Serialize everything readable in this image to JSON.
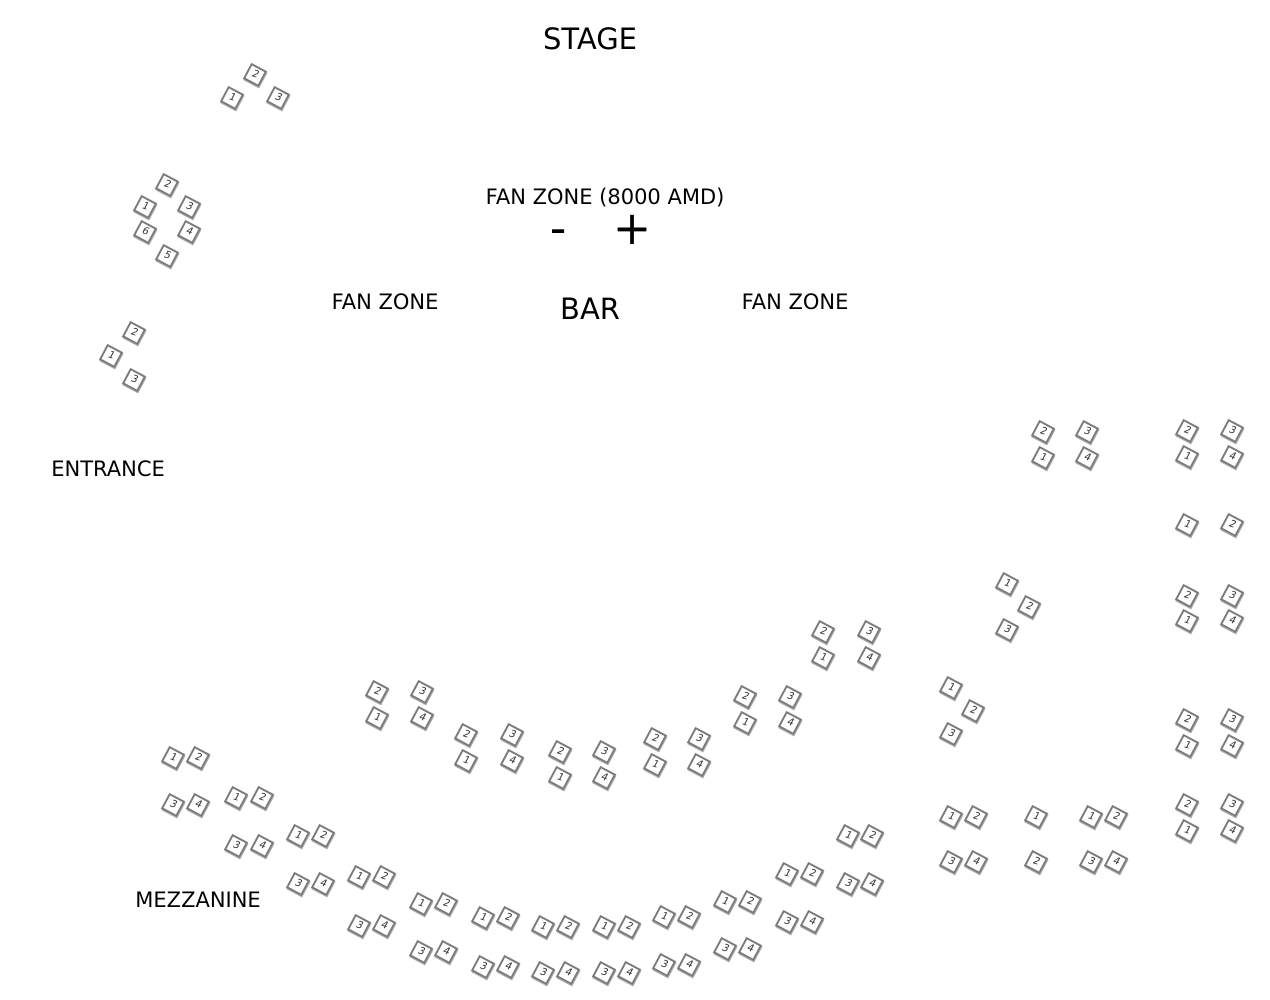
{
  "labels": {
    "stage": "STAGE",
    "fan_zone_price": "FAN ZONE (8000 AMD)",
    "minus": "-",
    "plus": "+",
    "fan_zone_left": "FAN ZONE",
    "bar": "BAR",
    "fan_zone_right": "FAN ZONE",
    "entrance": "ENTRANCE",
    "mezzanine": "MEZZANINE"
  },
  "colors": {
    "seat_border": "#7a7a7a",
    "text": "#000000"
  },
  "seat_groups": [
    {
      "seats": [
        "2",
        "1",
        "3"
      ]
    },
    {
      "seats": [
        "2",
        "1",
        "3",
        "6",
        "4",
        "5"
      ]
    },
    {
      "seats": [
        "2",
        "1",
        "3"
      ]
    },
    {
      "seats": [
        "2",
        "3",
        "1",
        "4"
      ]
    },
    {
      "seats": [
        "2",
        "3",
        "1",
        "4"
      ]
    },
    {
      "seats": [
        "1",
        "2"
      ]
    },
    {
      "seats": [
        "1",
        "2",
        "3"
      ]
    },
    {
      "seats": [
        "2",
        "3",
        "1",
        "4"
      ]
    },
    {
      "seats": [
        "2",
        "3",
        "1",
        "4"
      ]
    },
    {
      "seats": [
        "1",
        "2",
        "3"
      ]
    },
    {
      "seats": [
        "2",
        "3",
        "1",
        "4"
      ]
    },
    {
      "seats": [
        "2",
        "3",
        "1",
        "4"
      ]
    },
    {
      "seats": [
        "2",
        "3",
        "1",
        "4"
      ]
    },
    {
      "seats": [
        "2",
        "3",
        "1",
        "4"
      ]
    },
    {
      "seats": [
        "2",
        "3",
        "1",
        "4"
      ]
    },
    {
      "seats": [
        "2",
        "3",
        "1",
        "4"
      ]
    },
    {
      "seats": [
        "2",
        "3",
        "1",
        "4"
      ]
    },
    {
      "seats": [
        "1",
        "2",
        "3",
        "4"
      ]
    },
    {
      "seats": [
        "1",
        "2",
        "3",
        "4"
      ]
    },
    {
      "seats": [
        "1",
        "2",
        "3",
        "4"
      ]
    },
    {
      "seats": [
        "1",
        "2",
        "3",
        "4"
      ]
    },
    {
      "seats": [
        "1",
        "2",
        "3",
        "4"
      ]
    },
    {
      "seats": [
        "1",
        "2",
        "3",
        "4"
      ]
    },
    {
      "seats": [
        "1",
        "2",
        "3",
        "4"
      ]
    },
    {
      "seats": [
        "1",
        "2",
        "3",
        "4"
      ]
    },
    {
      "seats": [
        "1",
        "2",
        "3",
        "4"
      ]
    },
    {
      "seats": [
        "1",
        "2",
        "3",
        "4"
      ]
    },
    {
      "seats": [
        "1",
        "2",
        "3",
        "4"
      ]
    },
    {
      "seats": [
        "1",
        "2",
        "3",
        "4"
      ]
    },
    {
      "seats": [
        "1",
        "2",
        "3",
        "4"
      ]
    },
    {
      "seats": [
        "1",
        "2"
      ]
    },
    {
      "seats": [
        "1",
        "2",
        "3",
        "4"
      ]
    }
  ]
}
